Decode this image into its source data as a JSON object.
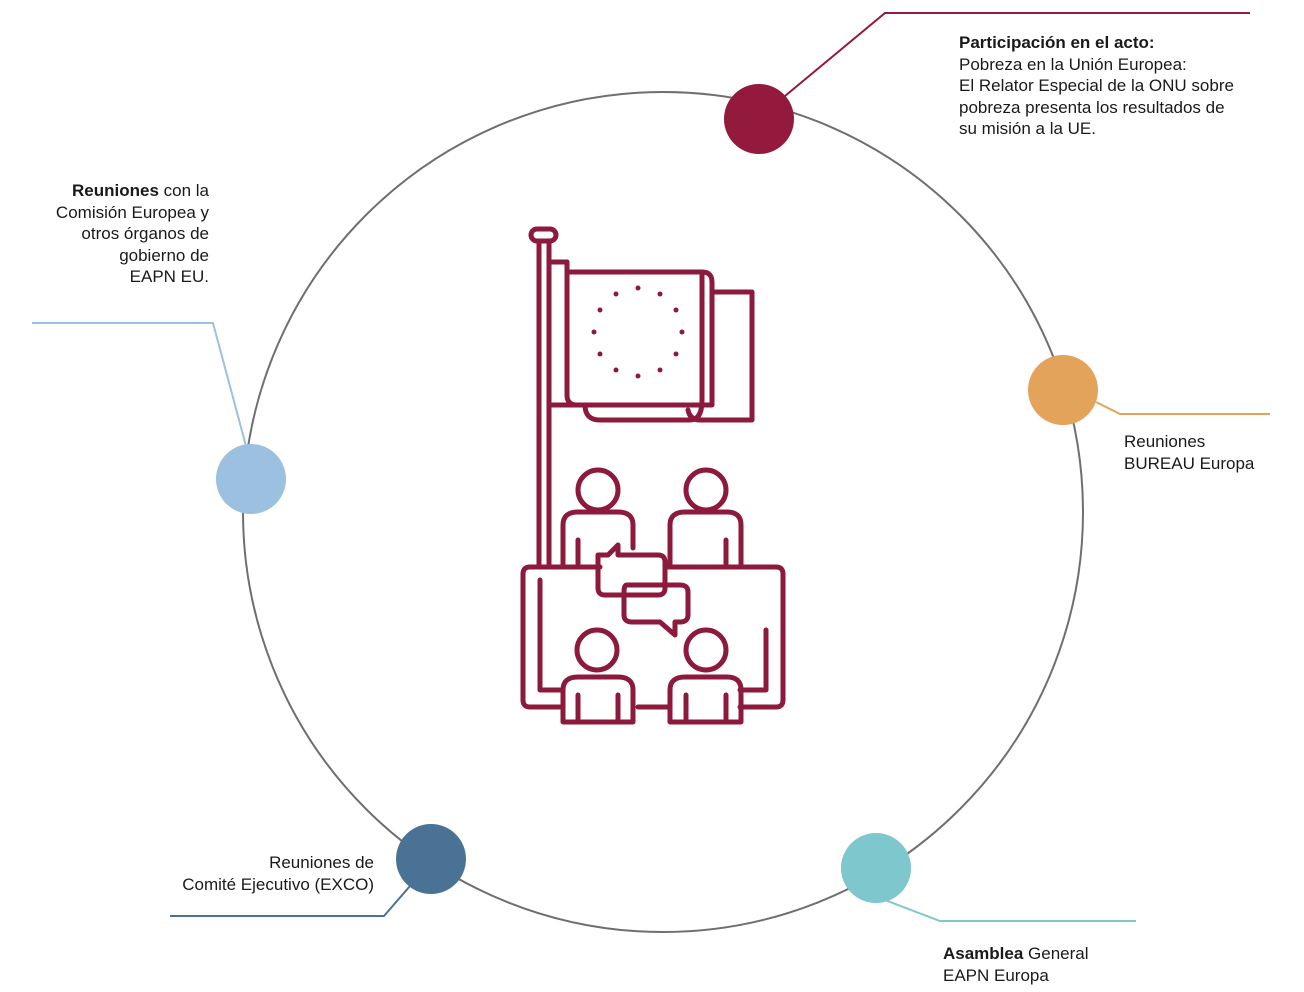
{
  "colors": {
    "ring": "#6f6f6f",
    "icon": "#8c1a3c",
    "participacion": "#931a3c",
    "bureau": "#e4a35a",
    "asamblea": "#7ec7cd",
    "exco": "#4a7295",
    "reuniones_comision": "#9bc0e0"
  },
  "center_icon": "eu-flag-meeting-icon",
  "nodes": {
    "participacion": {
      "title": "Participación en el acto:",
      "lines": [
        "Pobreza en la Unión Europea:",
        "El Relator Especial de la ONU sobre",
        "pobreza presenta los resultados de",
        "su misión a la UE."
      ]
    },
    "reuniones_comision": {
      "bold": "Reuniones",
      "rest": " con la",
      "lines": [
        "Comisión Europea y",
        "otros órganos de",
        "gobierno de",
        "EAPN EU."
      ]
    },
    "bureau": {
      "lines": [
        "Reuniones",
        "BUREAU Europa"
      ]
    },
    "exco": {
      "lines": [
        "Reuniones de",
        "Comité Ejecutivo (EXCO)"
      ]
    },
    "asamblea": {
      "bold": "Asamblea",
      "rest": " General",
      "lines": [
        "EAPN Europa"
      ]
    }
  }
}
